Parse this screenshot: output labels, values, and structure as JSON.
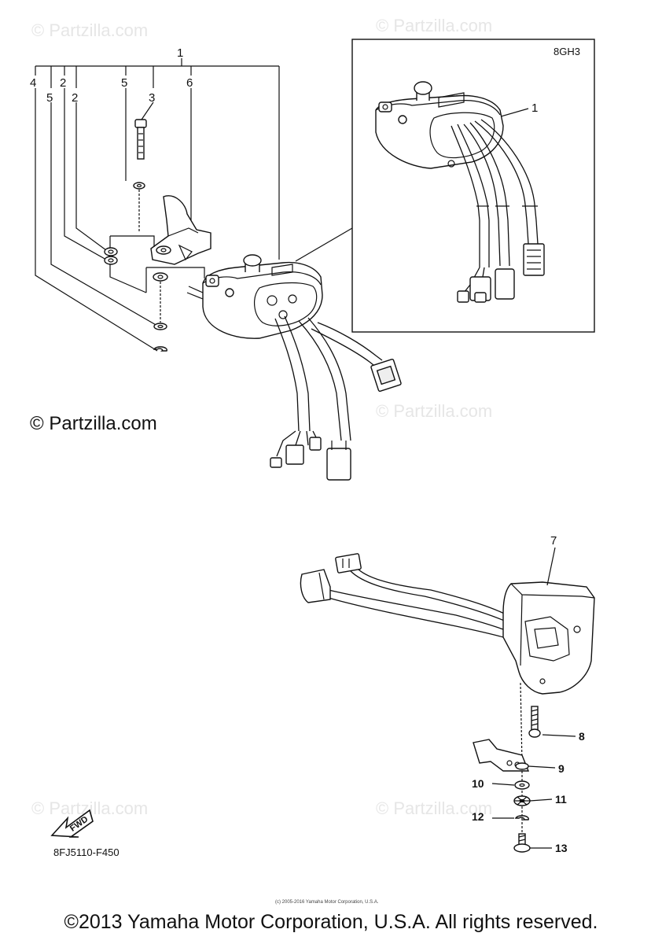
{
  "watermark": "© Partzilla.com",
  "watermark_main": "© Partzilla.com",
  "inset_code": "8GH3",
  "diagram_code": "8FJ5110-F450",
  "fwd_label": "FWD",
  "tiny_credit": "(c) 2005-2016 Yamaha Motor Corporation, U.S.A.",
  "copyright": "©2013 Yamaha Motor Corporation, U.S.A. All rights reserved.",
  "callouts": {
    "c1": "1",
    "c2a": "2",
    "c2b": "2",
    "c3": "3",
    "c4": "4",
    "c5a": "5",
    "c5b": "5",
    "c6": "6",
    "inset1": "1",
    "c7": "7",
    "c8": "8",
    "c9": "9",
    "c10": "10",
    "c11": "11",
    "c12": "12",
    "c13": "13"
  }
}
